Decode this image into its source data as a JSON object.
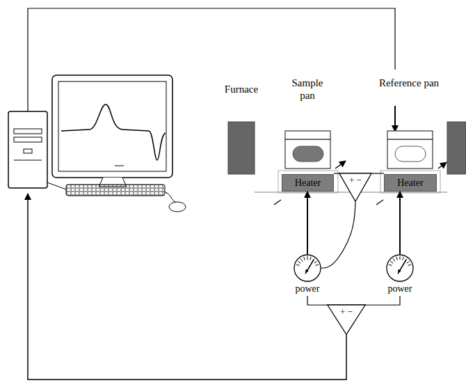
{
  "diagram": {
    "nodes": [
      {
        "text": [
          "Heater"
        ]
      },
      {
        "text": [
          "+ −"
        ]
      },
      {
        "text": [
          "Heater"
        ]
      },
      {
        "text": [
          "power"
        ]
      },
      {
        "text": [
          "power"
        ]
      },
      {
        "text": [
          "+ −"
        ]
      }
    ],
    "edges": [
      {
        "from": 3,
        "to": 0,
        "arrow": "to"
      },
      {
        "from": 4,
        "to": 2,
        "arrow": "to"
      },
      {
        "from": 0,
        "to": 1,
        "arrow": "none"
      },
      {
        "from": 2,
        "to": 1,
        "arrow": "none"
      },
      {
        "from": 1,
        "to": 3,
        "arrow": "none"
      },
      {
        "from": 3,
        "to": 5,
        "arrow": "none"
      },
      {
        "from": 4,
        "to": 5,
        "arrow": "none"
      }
    ],
    "labels": [
      "Furnace",
      "Sample pan",
      "Reference pan"
    ]
  }
}
